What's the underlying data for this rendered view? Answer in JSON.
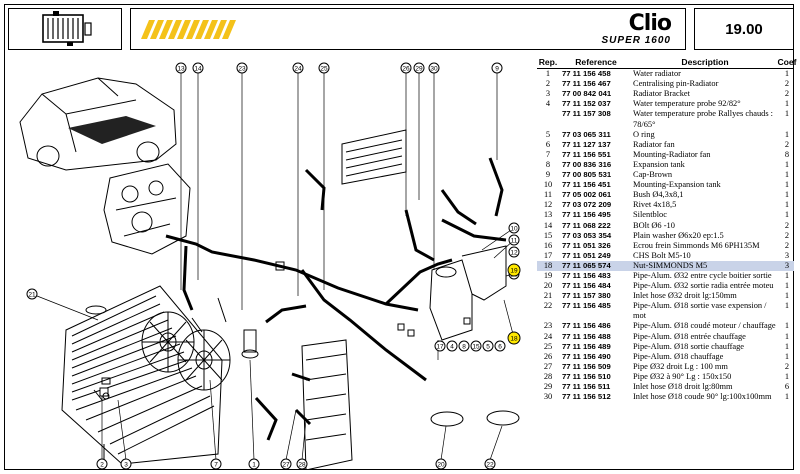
{
  "header": {
    "brand_model": "Clio",
    "brand_variant": "SUPER 1600",
    "page_number": "19.00",
    "accent_color": "#f4c21a"
  },
  "diagram": {
    "callouts": [
      "1",
      "2",
      "3",
      "4",
      "5",
      "6",
      "7",
      "8",
      "9",
      "10",
      "11",
      "12",
      "13",
      "14",
      "15",
      "16",
      "17",
      "18",
      "19",
      "20",
      "21",
      "22",
      "23",
      "24",
      "25",
      "26",
      "27",
      "28",
      "29",
      "30"
    ],
    "highlight_color": "#ffe800"
  },
  "parts": {
    "headers": {
      "rep": "Rep.",
      "ref": "Reference",
      "desc": "Description",
      "coef": "Coef"
    },
    "rows": [
      {
        "rep": "1",
        "ref": "77 11 156 458",
        "desc": "Water radiator",
        "coef": "1"
      },
      {
        "rep": "2",
        "ref": "77 11 156 467",
        "desc": "Centralising pin-Radiator",
        "coef": "2"
      },
      {
        "rep": "3",
        "ref": "77 00 842 041",
        "desc": "Radiator Bracket",
        "coef": "2"
      },
      {
        "rep": "4",
        "ref": "77 11 152 037",
        "desc": "Water temperature probe 92/82°",
        "coef": "1"
      },
      {
        "rep": "",
        "ref": "77 11 157 308",
        "desc": "Water temperature probe Rallyes chauds : 78/65°",
        "coef": "1"
      },
      {
        "rep": "5",
        "ref": "77 03 065 311",
        "desc": "O ring",
        "coef": "1"
      },
      {
        "rep": "6",
        "ref": "77 11 127 137",
        "desc": "Radiator fan",
        "coef": "2"
      },
      {
        "rep": "7",
        "ref": "77 11 156 551",
        "desc": "Mounting-Radiator fan",
        "coef": "8"
      },
      {
        "rep": "8",
        "ref": "77 00 836 316",
        "desc": "Expansion tank",
        "coef": "1"
      },
      {
        "rep": "9",
        "ref": "77 00 805 531",
        "desc": "Cap-Brown",
        "coef": "1"
      },
      {
        "rep": "10",
        "ref": "77 11 156 451",
        "desc": "Mounting-Expansion tank",
        "coef": "1"
      },
      {
        "rep": "11",
        "ref": "77 05 002 061",
        "desc": "Bush Ø4,3x8,1",
        "coef": "1"
      },
      {
        "rep": "12",
        "ref": "77 03 072 209",
        "desc": "Rivet 4x18,5",
        "coef": "1"
      },
      {
        "rep": "13",
        "ref": "77 11 156 495",
        "desc": "Silentbloc",
        "coef": "1"
      },
      {
        "rep": "14",
        "ref": "77 11 068 222",
        "desc": "BOlt Ø6 -10",
        "coef": "2"
      },
      {
        "rep": "15",
        "ref": "77 03 053 354",
        "desc": "Plain washer Ø6x20 ep:1.5",
        "coef": "2"
      },
      {
        "rep": "16",
        "ref": "77 11 051 326",
        "desc": "Ecrou frein Simmonds M6 6PH135M",
        "coef": "2"
      },
      {
        "rep": "17",
        "ref": "77 11 051 249",
        "desc": "CHS Bolt M5-10",
        "coef": "3"
      },
      {
        "rep": "18",
        "ref": "77 11 065 574",
        "desc": "Nut-SIMMONDS M5",
        "coef": "3",
        "highlight": true
      },
      {
        "rep": "19",
        "ref": "77 11 156 483",
        "desc": "Pipe-Alum. Ø32 entre cycle boitier sortie",
        "coef": "1"
      },
      {
        "rep": "20",
        "ref": "77 11 156 484",
        "desc": "Pipe-Alum. Ø32 sortie radia entrée moteu",
        "coef": "1"
      },
      {
        "rep": "21",
        "ref": "77 11 157 380",
        "desc": "Inlet hose Ø32 droit lg:150mm",
        "coef": "1"
      },
      {
        "rep": "22",
        "ref": "77 11 156 485",
        "desc": "Pipe-Alum. Ø18 sortie vase expension / mot",
        "coef": "1"
      },
      {
        "rep": "23",
        "ref": "77 11 156 486",
        "desc": "Pipe-Alum. Ø18 coudé moteur / chauffage",
        "coef": "1"
      },
      {
        "rep": "24",
        "ref": "77 11 156 488",
        "desc": "Pipe-Alum. Ø18 entrée chauffage",
        "coef": "1"
      },
      {
        "rep": "25",
        "ref": "77 11 156 489",
        "desc": "Pipe-Alum. Ø18 sortie chauffage",
        "coef": "1"
      },
      {
        "rep": "26",
        "ref": "77 11 156 490",
        "desc": "Pipe-Alum. Ø18 chauffage",
        "coef": "1"
      },
      {
        "rep": "27",
        "ref": "77 11 156 509",
        "desc": "Pipe Ø32 droit Lg : 100 mm",
        "coef": "2"
      },
      {
        "rep": "28",
        "ref": "77 11 156 510",
        "desc": "Pipe Ø32 à 90° Lg : 150x150",
        "coef": "1"
      },
      {
        "rep": "29",
        "ref": "77 11 156 511",
        "desc": "Inlet hose Ø18 droit lg:80mm",
        "coef": "6"
      },
      {
        "rep": "30",
        "ref": "77 11 156 512",
        "desc": "Inlet hose Ø18 coude 90° lg:100x100mm",
        "coef": "1"
      }
    ]
  }
}
